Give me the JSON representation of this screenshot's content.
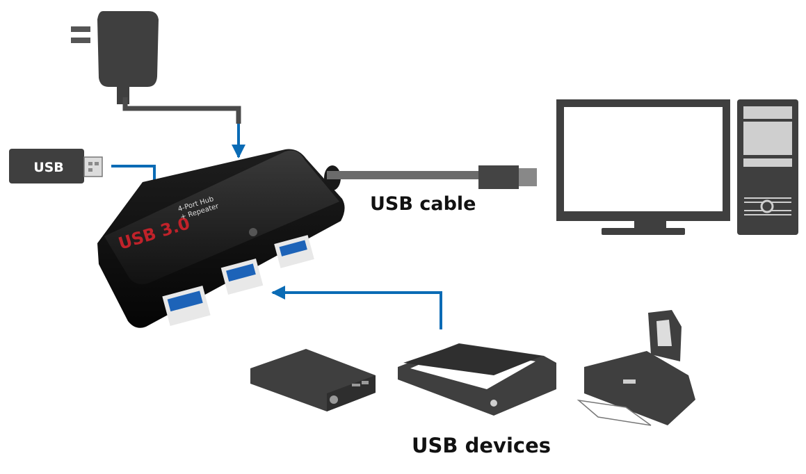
{
  "labels": {
    "usb_stick": "USB",
    "usb_cable": "USB cable",
    "usb_devices": "USB devices"
  },
  "hub": {
    "brand": "USB 3.0",
    "line1": "4-Port Hub",
    "line2": "+ Repeater"
  },
  "colors": {
    "arrow": "#0a6bb5",
    "device_gray": "#3f3f3f",
    "cable_gray": "#6b6b6b",
    "port_blue": "#1d63b8",
    "brand_red": "#c0222a"
  },
  "icons": [
    "power-adapter-icon",
    "usb-stick-icon",
    "usb-hub",
    "computer-monitor-icon",
    "pc-tower-icon",
    "external-hdd-icon",
    "scanner-icon",
    "printer-icon"
  ]
}
